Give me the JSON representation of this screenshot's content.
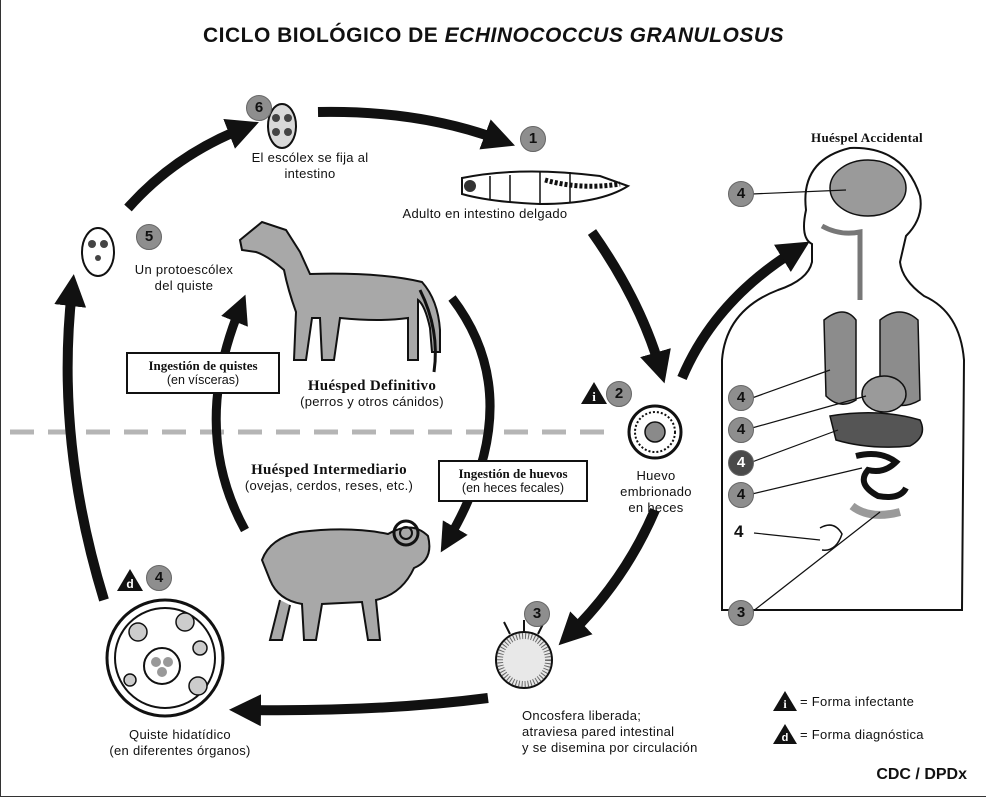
{
  "title": {
    "prefix": "CICLO BIOLÓGICO DE ",
    "species": "ECHINOCOCCUS GRANULOSUS"
  },
  "stages": {
    "s1": {
      "num": "1",
      "label": "Adulto en intestino delgado"
    },
    "s2": {
      "num": "2",
      "label": "Huevo embrionado en heces",
      "line1": "Huevo",
      "line2": "embrionado",
      "line3": "en heces"
    },
    "s3": {
      "num": "3",
      "line1": "Oncosfera liberada;",
      "line2": "atraviesa pared intestinal",
      "line3": "y se disemina por circulación"
    },
    "s4": {
      "num": "4",
      "line1": "Quiste hidatídico",
      "line2": "(en diferentes órganos)"
    },
    "s5": {
      "num": "5",
      "line1": "Un protoescólex",
      "line2": "del quiste"
    },
    "s6": {
      "num": "6",
      "line1": "El escólex se fija al",
      "line2": "intestino"
    }
  },
  "hosts": {
    "definitive": {
      "name": "Huésped Definitivo",
      "sub": "(perros y otros cánidos)"
    },
    "intermediate": {
      "name": "Huésped Intermediario",
      "sub": "(ovejas, cerdos, reses, etc.)"
    },
    "accidental": {
      "name": "Huéspel Accidental"
    }
  },
  "boxes": {
    "cysts": {
      "head": "Ingestión de quistes",
      "sub": "(en vísceras)"
    },
    "eggs": {
      "head": "Ingestión de huevos",
      "sub": "(en heces fecales)"
    }
  },
  "legend": {
    "i_symbol": "i",
    "i_label": "= Forma infectante",
    "d_symbol": "d",
    "d_label": "= Forma diagnóstica"
  },
  "organ_numbers": [
    "4",
    "4",
    "4",
    "4",
    "4",
    "4",
    "3"
  ],
  "credit": "CDC / DPDx",
  "colors": {
    "badge_gray": "#8e8e8e",
    "badge_dark": "#4a4a4a",
    "animal_gray": "#a8a8a8",
    "organ_gray": "#9a9a9a",
    "dash": "#b5b5b5"
  }
}
